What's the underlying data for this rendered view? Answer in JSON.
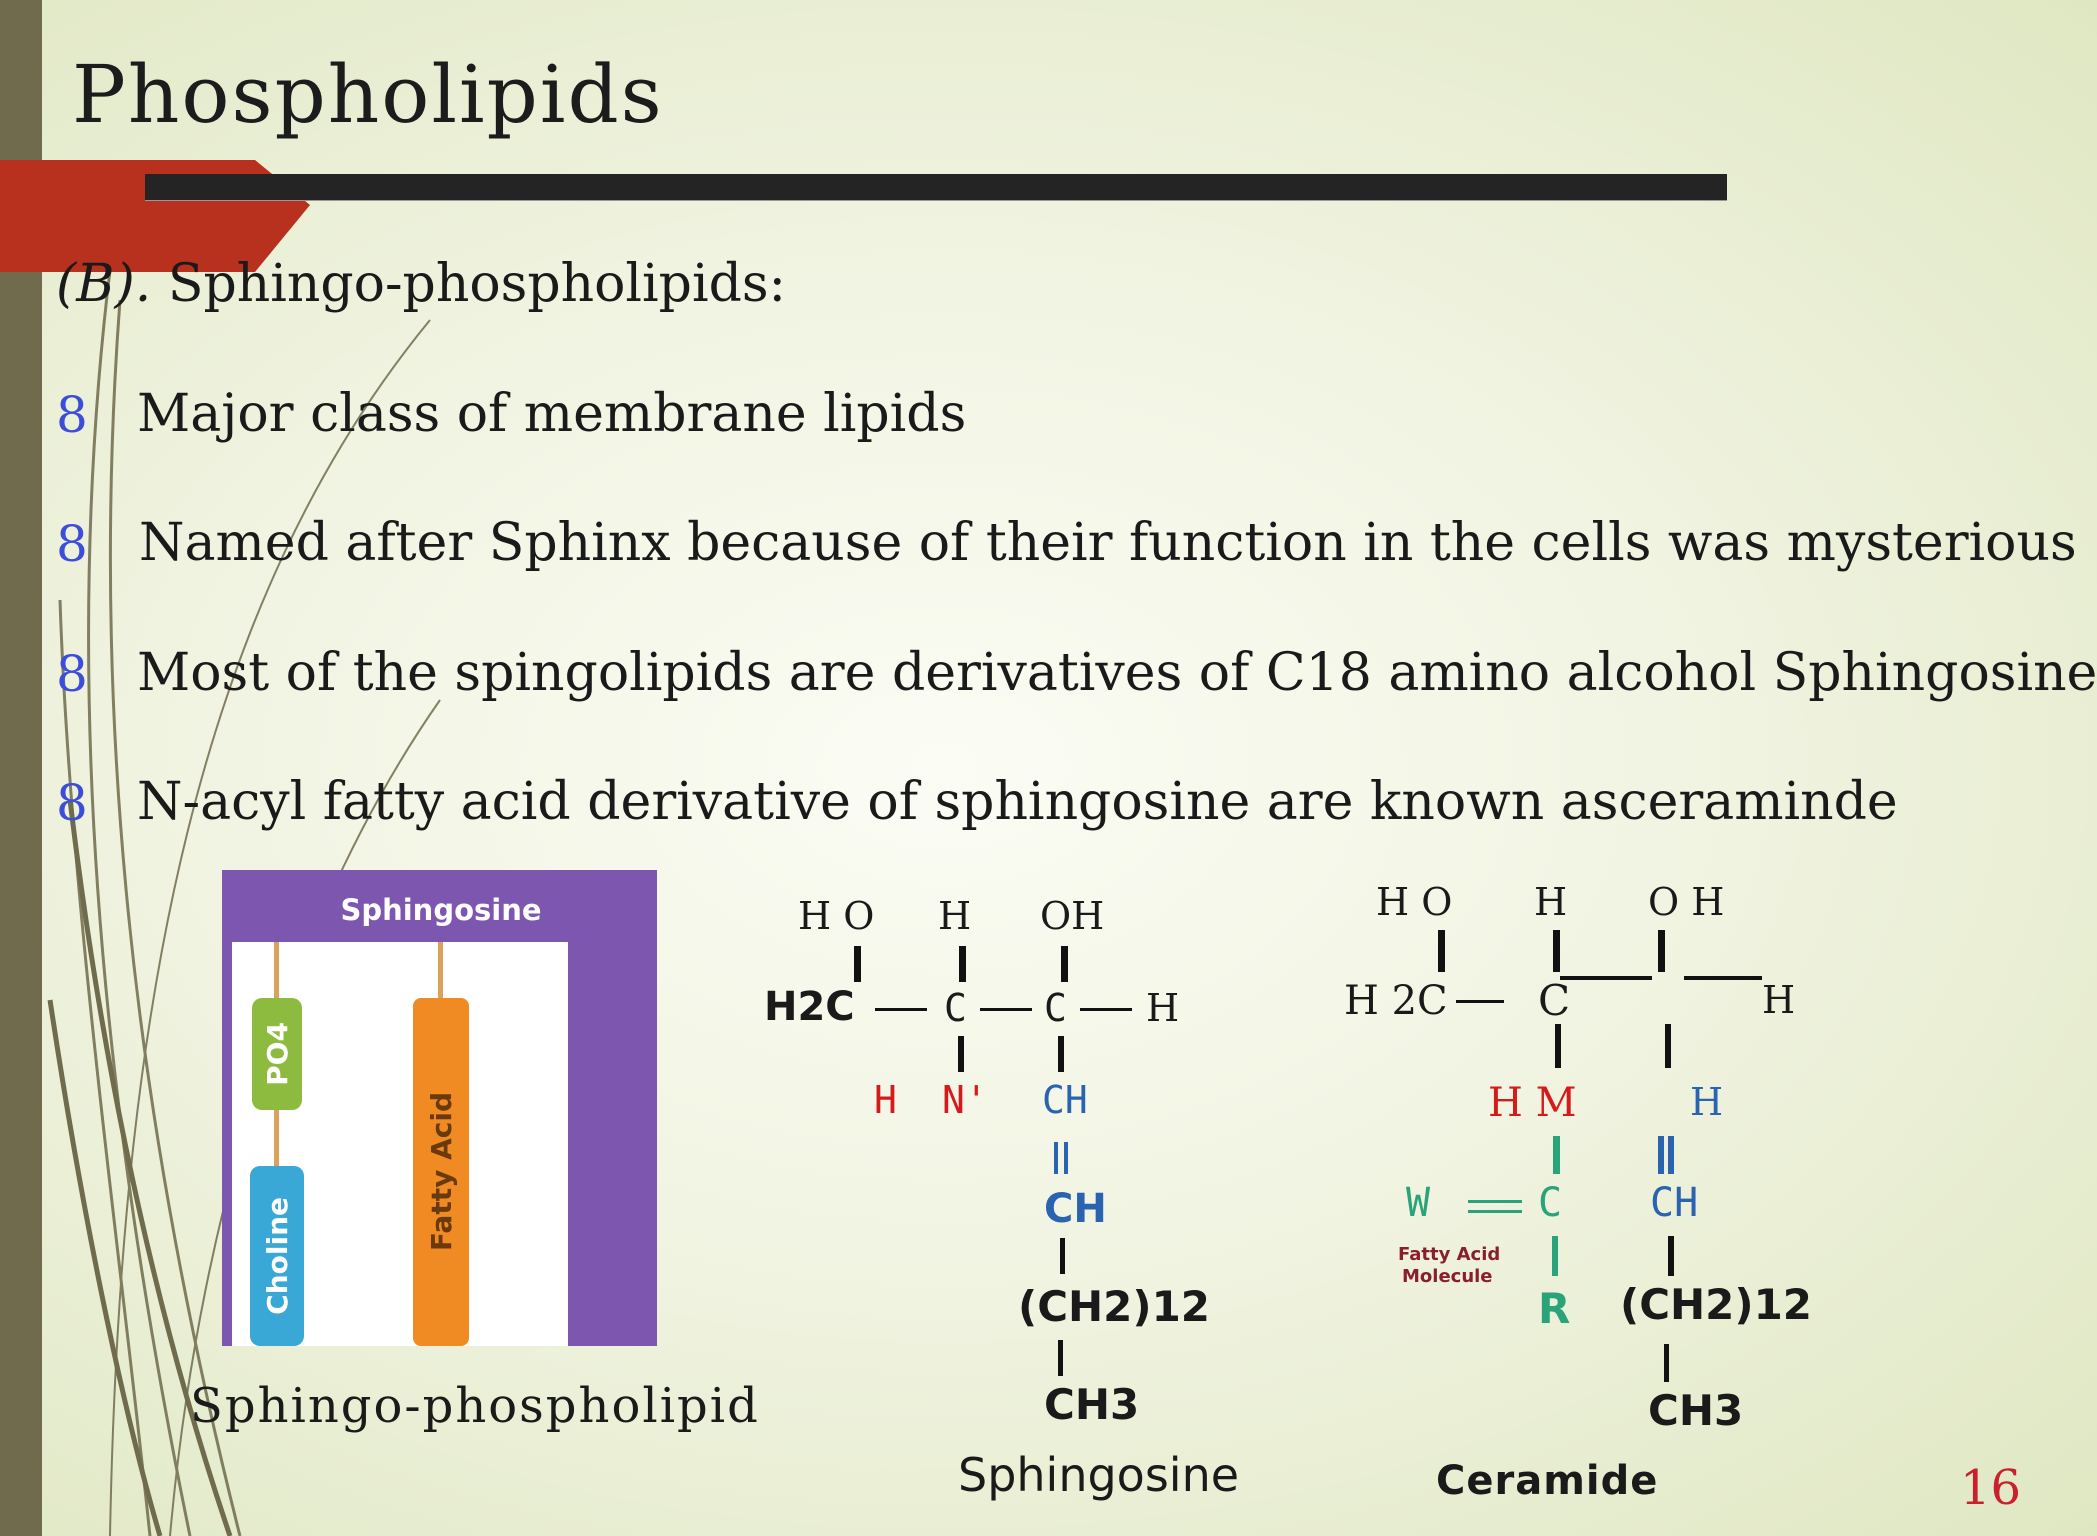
{
  "slide": {
    "title": "Phospholipids",
    "subtitle_prefix": "(B).",
    "subtitle": "Sphingo-phospholipids:",
    "bullet_glyph": "8",
    "bullets": [
      "Major class of membrane lipids",
      "Named after Sphinx because of their function in the cells was mysterious",
      "Most of the spingolipids are derivatives of C18  amino alcohol Sphingosine",
      "N-acyl fatty acid derivative of sphingosine are known asceraminde"
    ],
    "page_number": "16"
  },
  "figure_phospholipid": {
    "header": "Sphingosine",
    "po4_label": "PO4",
    "choline_label": "Choline",
    "fatty_acid_label": "Fatty Acid",
    "caption": "Sphingo-phospholipid"
  },
  "sphingosine": {
    "top_labels": [
      "H O",
      "H",
      "OH"
    ],
    "h2c": "H2C",
    "c1": "C",
    "c2": "C",
    "h_right": "H",
    "h_left": "H",
    "n_label": "N'",
    "ch_top": "CH",
    "ch_bold": "CH",
    "ch2": "(CH2)12",
    "ch3": "CH3",
    "caption": "Sphingosine"
  },
  "ceramide": {
    "top_labels": [
      "H O",
      "H",
      "O H"
    ],
    "h2c": "H 2C",
    "c_center": "C",
    "h_right": "H",
    "hn_label": "H M",
    "h_blue": "H",
    "w_label": "W",
    "c_green": "C",
    "ch_blue": "CH",
    "fatty_acid_note_1": "Fatty Acid",
    "fatty_acid_note_2": "Molecule",
    "r_label": "R",
    "ch2": "(CH2)12",
    "ch3": "CH3",
    "caption": "Ceramide"
  },
  "colors": {
    "accent_red": "#b8311e",
    "bullet_blue": "#3c4ed8",
    "page_number_red": "#c8202c",
    "figure_purple": "#7d56b0",
    "po4_green": "#8dbb3f",
    "choline_blue": "#3aa8d6",
    "fatty_acid_orange": "#f08a22"
  }
}
